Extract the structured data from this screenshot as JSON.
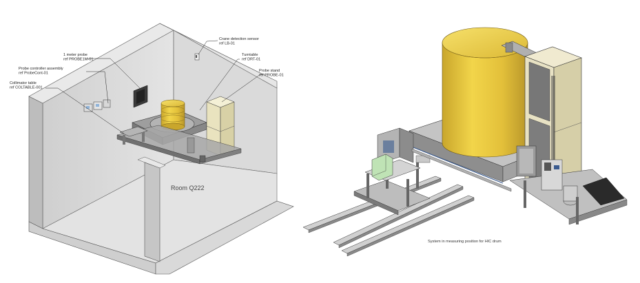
{
  "left_view": {
    "room_label": "Room Q222",
    "labels": [
      {
        "name": "crane-detection-sensor",
        "line1": "Crane detection sensor",
        "line2": "ref LB-01"
      },
      {
        "name": "one-meter-probe",
        "line1": "1 meter probe",
        "line2": "ref PROBE1M-01"
      },
      {
        "name": "turntable",
        "line1": "Turntable",
        "line2": "ref DRT-01"
      },
      {
        "name": "probe-controller-assembly",
        "line1": "Probe controller assembly",
        "line2": "ref ProbeCont-01"
      },
      {
        "name": "probe-stand",
        "line1": "Probe stand",
        "line2": "ref PROBE-01"
      },
      {
        "name": "collimator-table",
        "line1": "Collimator table",
        "line2": "ref COLTABLE-001"
      }
    ]
  },
  "right_view": {
    "caption": "System in measuring position for HIC drum"
  },
  "colors": {
    "drum_yellow": "#e8c83a",
    "drum_shadow": "#b8962a",
    "cabinet_cream": "#efe9c8",
    "steel_grey": "#9a9a9a",
    "wall_grey": "#d4d4d4",
    "floor_grey": "#e2e2e2",
    "accent_green": "#bfe3b5",
    "rail_blue": "#3b5b8f"
  }
}
